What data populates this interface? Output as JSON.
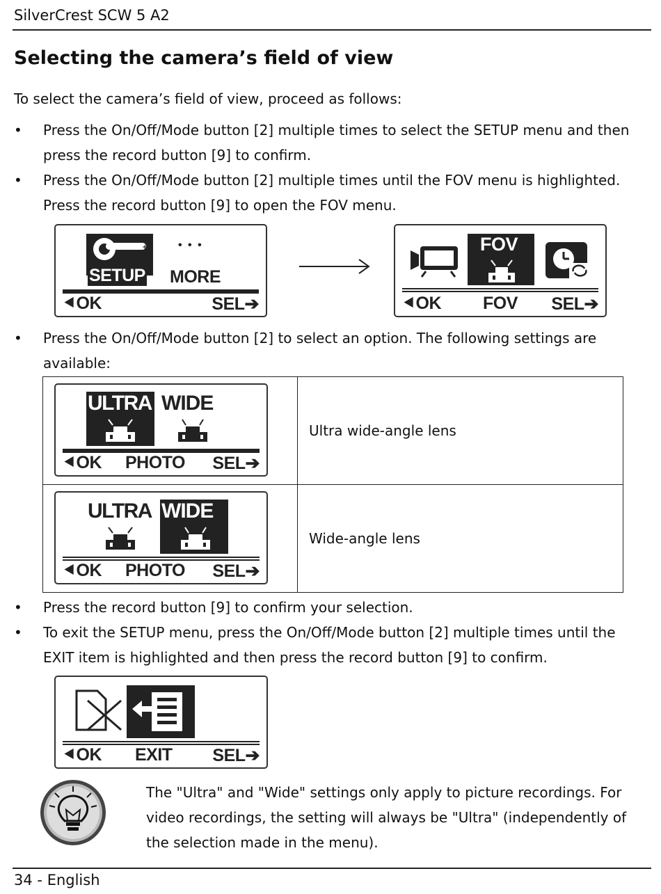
{
  "header": {
    "product": "SilverCrest SCW 5 A2"
  },
  "section": {
    "title": "Selecting the camera’s field of view"
  },
  "intro": "To select the camera’s field of view, proceed as follows:",
  "bullets": [
    "Press the On/Off/Mode button [2] multiple times to select the SETUP menu and then press the record button [9] to confirm.",
    "Press the On/Off/Mode button [2] multiple times until the FOV menu is highlighted. Press the record button [9] to open the FOV menu.",
    "Press the On/Off/Mode button [2] to select an option. The following settings are available:",
    "Press the record button [9] to confirm your selection.",
    "To exit the SETUP menu, press the On/Off/Mode button [2] multiple times until the EXIT item is highlighted and then press the record button [9] to confirm."
  ],
  "bullet_symbol": "•",
  "screens": {
    "setup": {
      "left_label": "SETUP",
      "right_label": "MORE",
      "dots": "• • •",
      "ok": "OK",
      "sel": "SEL"
    },
    "fov": {
      "center": "FOV",
      "icon_label": "FOV",
      "ok": "OK",
      "sel": "SEL"
    },
    "ultra": {
      "left": "ULTRA",
      "right": "WIDE",
      "center": "PHOTO",
      "ok": "OK",
      "sel": "SEL"
    },
    "wide": {
      "left": "ULTRA",
      "right": "WIDE",
      "center": "PHOTO",
      "ok": "OK",
      "sel": "SEL"
    },
    "exit": {
      "center": "EXIT",
      "ok": "OK",
      "sel": "SEL"
    }
  },
  "options": [
    {
      "description": "Ultra wide-angle lens"
    },
    {
      "description": "Wide-angle lens"
    }
  ],
  "note": "The \"Ultra\" and \"Wide\" settings only apply to picture recordings. For video recordings, the setting will always be \"Ultra\" (independently of the selection made in the menu).",
  "footer": {
    "page": "34",
    "separator": "-",
    "language": "English"
  }
}
